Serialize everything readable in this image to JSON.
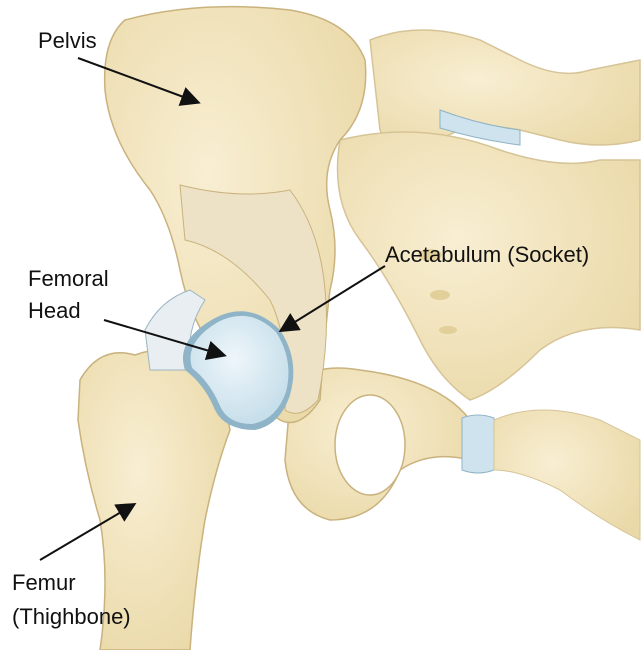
{
  "labels": {
    "pelvis": "Pelvis",
    "femoral_head_line1": "Femoral",
    "femoral_head_line2": "Head",
    "acetabulum": "Acetabulum (Socket)",
    "femur_line1": "Femur",
    "femur_line2": "(Thighbone)"
  },
  "colors": {
    "bone": "#f3e6c0",
    "bone_outline": "#c9b27d",
    "cartilage": "#d9eaf2",
    "cartilage_edge": "#7fa9bf",
    "spongy_bone": "#ece1c6",
    "arrow": "#111111"
  }
}
